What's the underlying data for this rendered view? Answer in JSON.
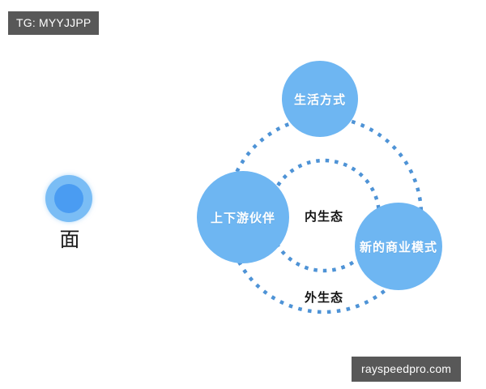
{
  "watermarks": {
    "top_left": "TG: MYYJJPP",
    "bottom_right": "rayspeedpro.com"
  },
  "legend": {
    "marker_icon": "filled-circle-marker",
    "label": "面"
  },
  "diagram": {
    "type": "concentric-ecosystem-venn",
    "ring_labels": {
      "inner": "内生态",
      "outer": "外生态"
    },
    "nodes": [
      {
        "id": "lifestyle",
        "label": "生活方式",
        "position": "top"
      },
      {
        "id": "partners",
        "label": "上下游伙伴",
        "position": "left"
      },
      {
        "id": "business",
        "label": "新的商业模式",
        "position": "right"
      }
    ]
  },
  "colors": {
    "node_blue": "#6EB6F2",
    "marker_outer_blue": "#7ABDF5",
    "marker_inner_blue": "#4A9CF2",
    "dotted_ring_blue": "#4E93D6",
    "watermark_gray": "#585858",
    "background": "#FFFFFF",
    "text_dark": "#141414",
    "text_light": "#FFFFFF"
  }
}
